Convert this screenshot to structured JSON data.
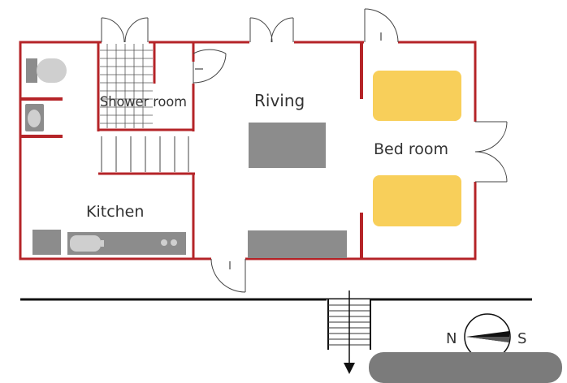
{
  "labels": {
    "shower_room": "Shower room",
    "living": "Riving",
    "bedroom": "Bed room",
    "kitchen": "Kitchen"
  },
  "compass": {
    "north": "N",
    "south": "S"
  },
  "colors": {
    "wall": "#b52428",
    "fixture": "#8c8c8c",
    "fixture_light": "#cfcfcf",
    "bed": "#f8cf5a",
    "door_line": "#444444"
  }
}
